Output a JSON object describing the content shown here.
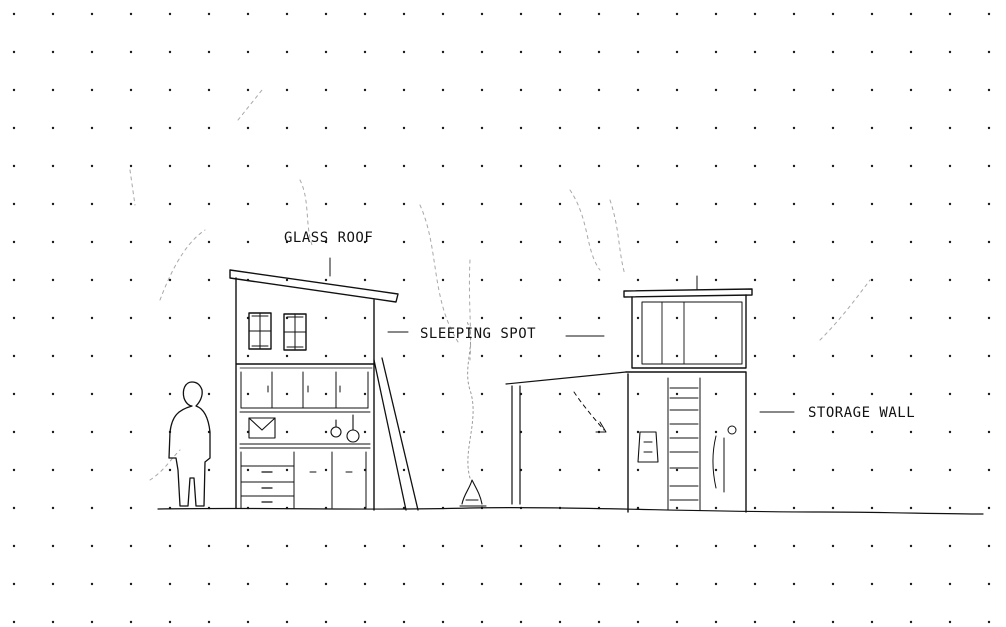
{
  "labels": {
    "glass_roof": "GLASS ROOF",
    "sleeping_spot": "SLEEPING SPOT",
    "storage_wall": "STORAGE WALL"
  },
  "colors": {
    "ink": "#111111",
    "dot": "#1a1a1a",
    "faint": "#9a9a9a",
    "paper": "#ffffff"
  }
}
